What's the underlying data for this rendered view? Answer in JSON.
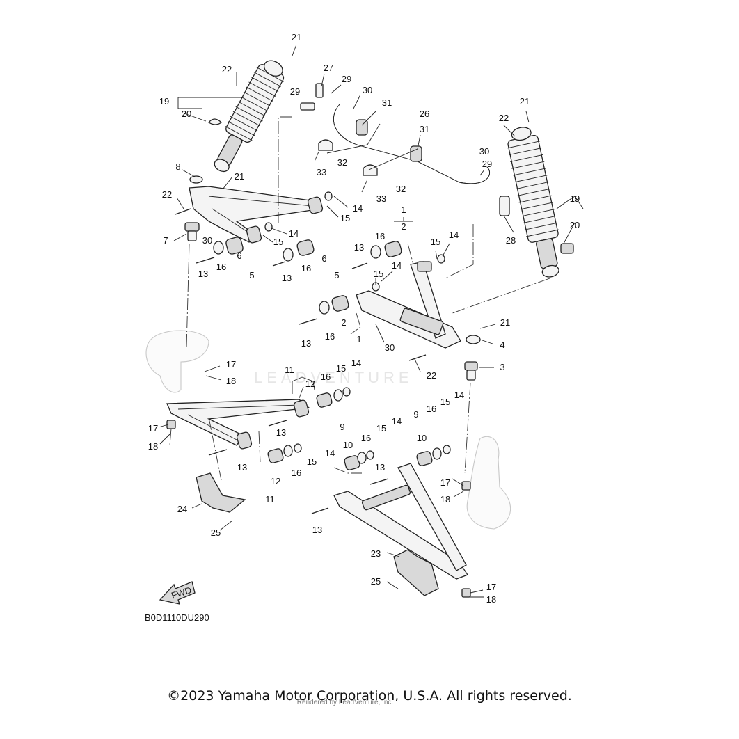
{
  "diagram": {
    "part_labels": [
      {
        "id": "c21a",
        "text": "21"
      },
      {
        "id": "c22a",
        "text": "22"
      },
      {
        "id": "c19a",
        "text": "19"
      },
      {
        "id": "c20a",
        "text": "20"
      },
      {
        "id": "c27",
        "text": "27"
      },
      {
        "id": "c29a",
        "text": "29"
      },
      {
        "id": "c30a",
        "text": "30"
      },
      {
        "id": "c31a",
        "text": "31"
      },
      {
        "id": "c26",
        "text": "26"
      },
      {
        "id": "c29b",
        "text": "29"
      },
      {
        "id": "c32a",
        "text": "32"
      },
      {
        "id": "c33a",
        "text": "33"
      },
      {
        "id": "c31b",
        "text": "31"
      },
      {
        "id": "c32b",
        "text": "32"
      },
      {
        "id": "c33b",
        "text": "33"
      },
      {
        "id": "c8",
        "text": "8"
      },
      {
        "id": "c21b",
        "text": "21"
      },
      {
        "id": "c22b",
        "text": "22"
      },
      {
        "id": "c30b",
        "text": "30"
      },
      {
        "id": "c7",
        "text": "7"
      },
      {
        "id": "c14a",
        "text": "14"
      },
      {
        "id": "c15a",
        "text": "15"
      },
      {
        "id": "c14b",
        "text": "14"
      },
      {
        "id": "c15b",
        "text": "15"
      },
      {
        "id": "c16a",
        "text": "16"
      },
      {
        "id": "c6a",
        "text": "6"
      },
      {
        "id": "c13a",
        "text": "13"
      },
      {
        "id": "c5a",
        "text": "5"
      },
      {
        "id": "c13b",
        "text": "13"
      },
      {
        "id": "c16b",
        "text": "16"
      },
      {
        "id": "c6b",
        "text": "6"
      },
      {
        "id": "c5b",
        "text": "5"
      },
      {
        "id": "c21c",
        "text": "21"
      },
      {
        "id": "c22c",
        "text": "22"
      },
      {
        "id": "c30c",
        "text": "30"
      },
      {
        "id": "c29c",
        "text": "29"
      },
      {
        "id": "c19b",
        "text": "19"
      },
      {
        "id": "c20b",
        "text": "20"
      },
      {
        "id": "c28",
        "text": "28"
      },
      {
        "id": "c1a",
        "text": "1"
      },
      {
        "id": "c2a",
        "text": "2"
      },
      {
        "id": "c16c",
        "text": "16"
      },
      {
        "id": "c13c",
        "text": "13"
      },
      {
        "id": "c15c",
        "text": "15"
      },
      {
        "id": "c14c",
        "text": "14"
      },
      {
        "id": "c14d",
        "text": "14"
      },
      {
        "id": "c15d",
        "text": "15"
      },
      {
        "id": "c2b",
        "text": "2"
      },
      {
        "id": "c13d",
        "text": "13"
      },
      {
        "id": "c16d",
        "text": "16"
      },
      {
        "id": "c1b",
        "text": "1"
      },
      {
        "id": "c30d",
        "text": "30"
      },
      {
        "id": "c21d",
        "text": "21"
      },
      {
        "id": "c4",
        "text": "4"
      },
      {
        "id": "c3",
        "text": "3"
      },
      {
        "id": "c22d",
        "text": "22"
      },
      {
        "id": "c17a",
        "text": "17"
      },
      {
        "id": "c18a",
        "text": "18"
      },
      {
        "id": "c11a",
        "text": "11"
      },
      {
        "id": "c12a",
        "text": "12"
      },
      {
        "id": "c16e",
        "text": "16"
      },
      {
        "id": "c15e",
        "text": "15"
      },
      {
        "id": "c14e",
        "text": "14"
      },
      {
        "id": "c17b",
        "text": "17"
      },
      {
        "id": "c18b",
        "text": "18"
      },
      {
        "id": "c13e",
        "text": "13"
      },
      {
        "id": "c13f",
        "text": "13"
      },
      {
        "id": "c14f",
        "text": "14"
      },
      {
        "id": "c15f",
        "text": "15"
      },
      {
        "id": "c16f",
        "text": "16"
      },
      {
        "id": "c12b",
        "text": "12"
      },
      {
        "id": "c11b",
        "text": "11"
      },
      {
        "id": "c9a",
        "text": "9"
      },
      {
        "id": "c10a",
        "text": "10"
      },
      {
        "id": "c16g",
        "text": "16"
      },
      {
        "id": "c15g",
        "text": "15"
      },
      {
        "id": "c14g",
        "text": "14"
      },
      {
        "id": "c9b",
        "text": "9"
      },
      {
        "id": "c10b",
        "text": "10"
      },
      {
        "id": "c16h",
        "text": "16"
      },
      {
        "id": "c15h",
        "text": "15"
      },
      {
        "id": "c14h",
        "text": "14"
      },
      {
        "id": "c13g",
        "text": "13"
      },
      {
        "id": "c17c",
        "text": "17"
      },
      {
        "id": "c18c",
        "text": "18"
      },
      {
        "id": "c24",
        "text": "24"
      },
      {
        "id": "c25a",
        "text": "25"
      },
      {
        "id": "c13h",
        "text": "13"
      },
      {
        "id": "c23",
        "text": "23"
      },
      {
        "id": "c25b",
        "text": "25"
      },
      {
        "id": "c17d",
        "text": "17"
      },
      {
        "id": "c18d",
        "text": "18"
      }
    ],
    "fwd_label": "FWD",
    "diagram_code": "B0D1110DU290",
    "watermark": "LEADVENTURE",
    "copyright": "©2023 Yamaha Motor Corporation, U.S.A. All rights reserved.",
    "rendered_by": "Rendered by LeadVenture, Inc."
  }
}
